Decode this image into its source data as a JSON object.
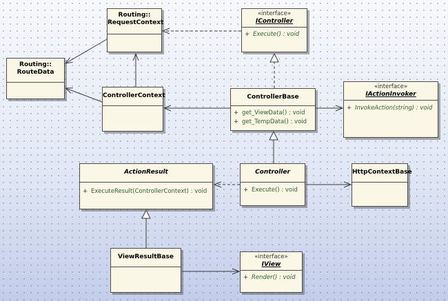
{
  "classes": {
    "request_context": {
      "line1": "Routing::",
      "line2": "RequestContext"
    },
    "route_data": {
      "line1": "Routing::",
      "line2": "RouteData"
    },
    "icontroller": {
      "stereotype": "«interface»",
      "name": "IController",
      "op_vis": "+",
      "op": "Execute() : void"
    },
    "controller_context": {
      "name": "ControllerContext"
    },
    "controller_base": {
      "name": "ControllerBase",
      "op1_vis": "+",
      "op1": "get_ViewData() : void",
      "op2_vis": "+",
      "op2": "get_TempData() : void"
    },
    "iaction_invoker": {
      "stereotype": "«interface»",
      "name": "IActionInvoker",
      "op_vis": "+",
      "op": "InvokeAction(string) : void"
    },
    "action_result": {
      "name": "ActionResult",
      "op_vis": "+",
      "op": "ExecuteResult(ControllerContext) : void"
    },
    "controller": {
      "name": "Controller",
      "op_vis": "+",
      "op": "Execute() : void"
    },
    "http_context_base": {
      "name": "HttpContextBase"
    },
    "view_result_base": {
      "name": "ViewResultBase"
    },
    "iview": {
      "stereotype": "«interface»",
      "name": "IView",
      "op_vis": "+",
      "op": "Render() : void"
    }
  },
  "colors": {
    "box_fill": "#fbf7e6",
    "line": "#3c3c3c",
    "op_text": "#2f5d2f"
  }
}
